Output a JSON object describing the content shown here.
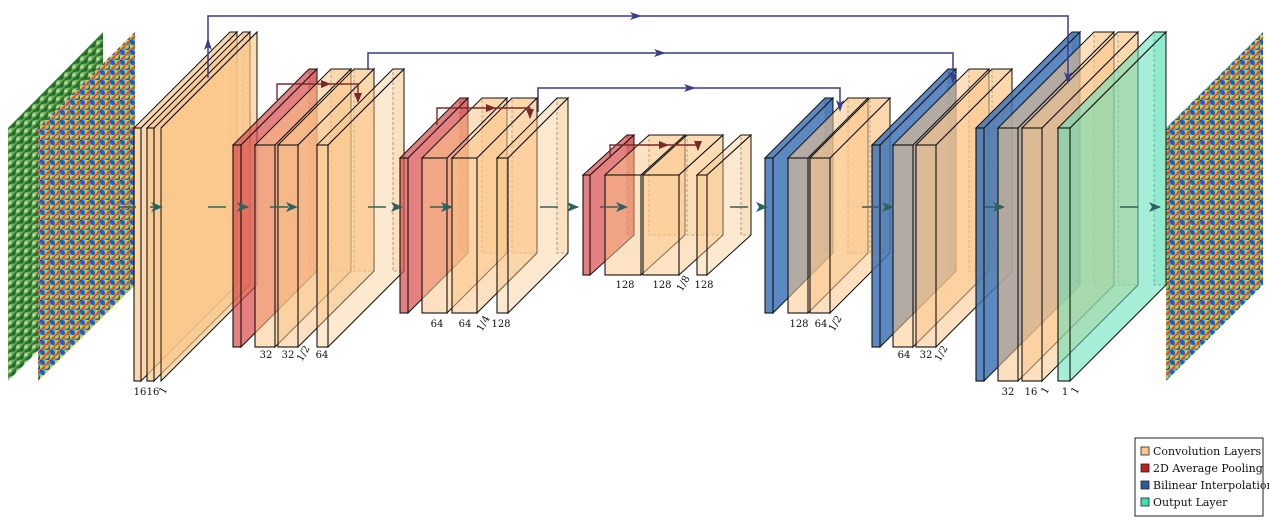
{
  "colors": {
    "conv": "#fbc78a",
    "pool": "#d94a4a",
    "interp": "#3f74b6",
    "output": "#5fe0b8",
    "skip": "#3a3d8a",
    "flow": "#2e6160"
  },
  "labels": {
    "b1_a": "16",
    "b1_b": "16",
    "b1_c": "1",
    "b2_a": "32",
    "b2_b": "32",
    "b2_c": "1/2",
    "b2_d": "64",
    "b3_a": "64",
    "b3_b": "64",
    "b3_c": "1/4",
    "b3_d": "128",
    "b4_a": "128",
    "b4_b": "128",
    "b4_c": "1/8",
    "b4_d": "128",
    "b5_a": "128",
    "b5_b": "64",
    "b5_c": "1/2",
    "b6_a": "64",
    "b6_b": "32",
    "b6_c": "1/2",
    "b7_a": "32",
    "b7_b": "16",
    "b7_c": "1",
    "b7_d": "1",
    "b7_e": "1"
  },
  "legend": [
    {
      "label": "Convolution Layers",
      "color": "#fbc78a"
    },
    {
      "label": "2D Average Pooling",
      "color": "#c21d1d"
    },
    {
      "label": "Bilinear Interpolation",
      "color": "#2b5aa0"
    },
    {
      "label": "Output Layer",
      "color": "#3fe0b4"
    }
  ]
}
